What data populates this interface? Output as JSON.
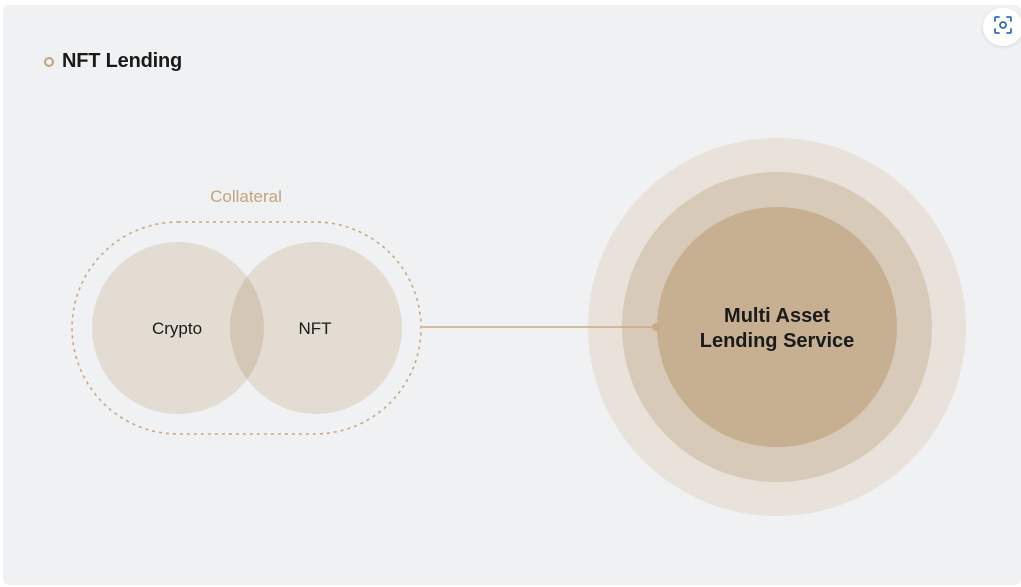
{
  "title": "NFT Lending",
  "collateral": {
    "label": "Collateral",
    "left_circle": "Crypto",
    "right_circle": "NFT"
  },
  "service": {
    "line1": "Multi Asset",
    "line2": "Lending Service"
  },
  "focus_button": {
    "icon": "focus-scan-icon"
  },
  "colors": {
    "canvas_bg": "#f0f1f3",
    "circle_fill": "#e2dcd2",
    "overlap_fill": "#d4c7b6",
    "accent": "#c2a37d",
    "ring_outer": "#e8e2da",
    "ring_middle": "#d8cab8",
    "ring_inner": "#c7af92",
    "icon_blue": "#2c6fc2"
  }
}
